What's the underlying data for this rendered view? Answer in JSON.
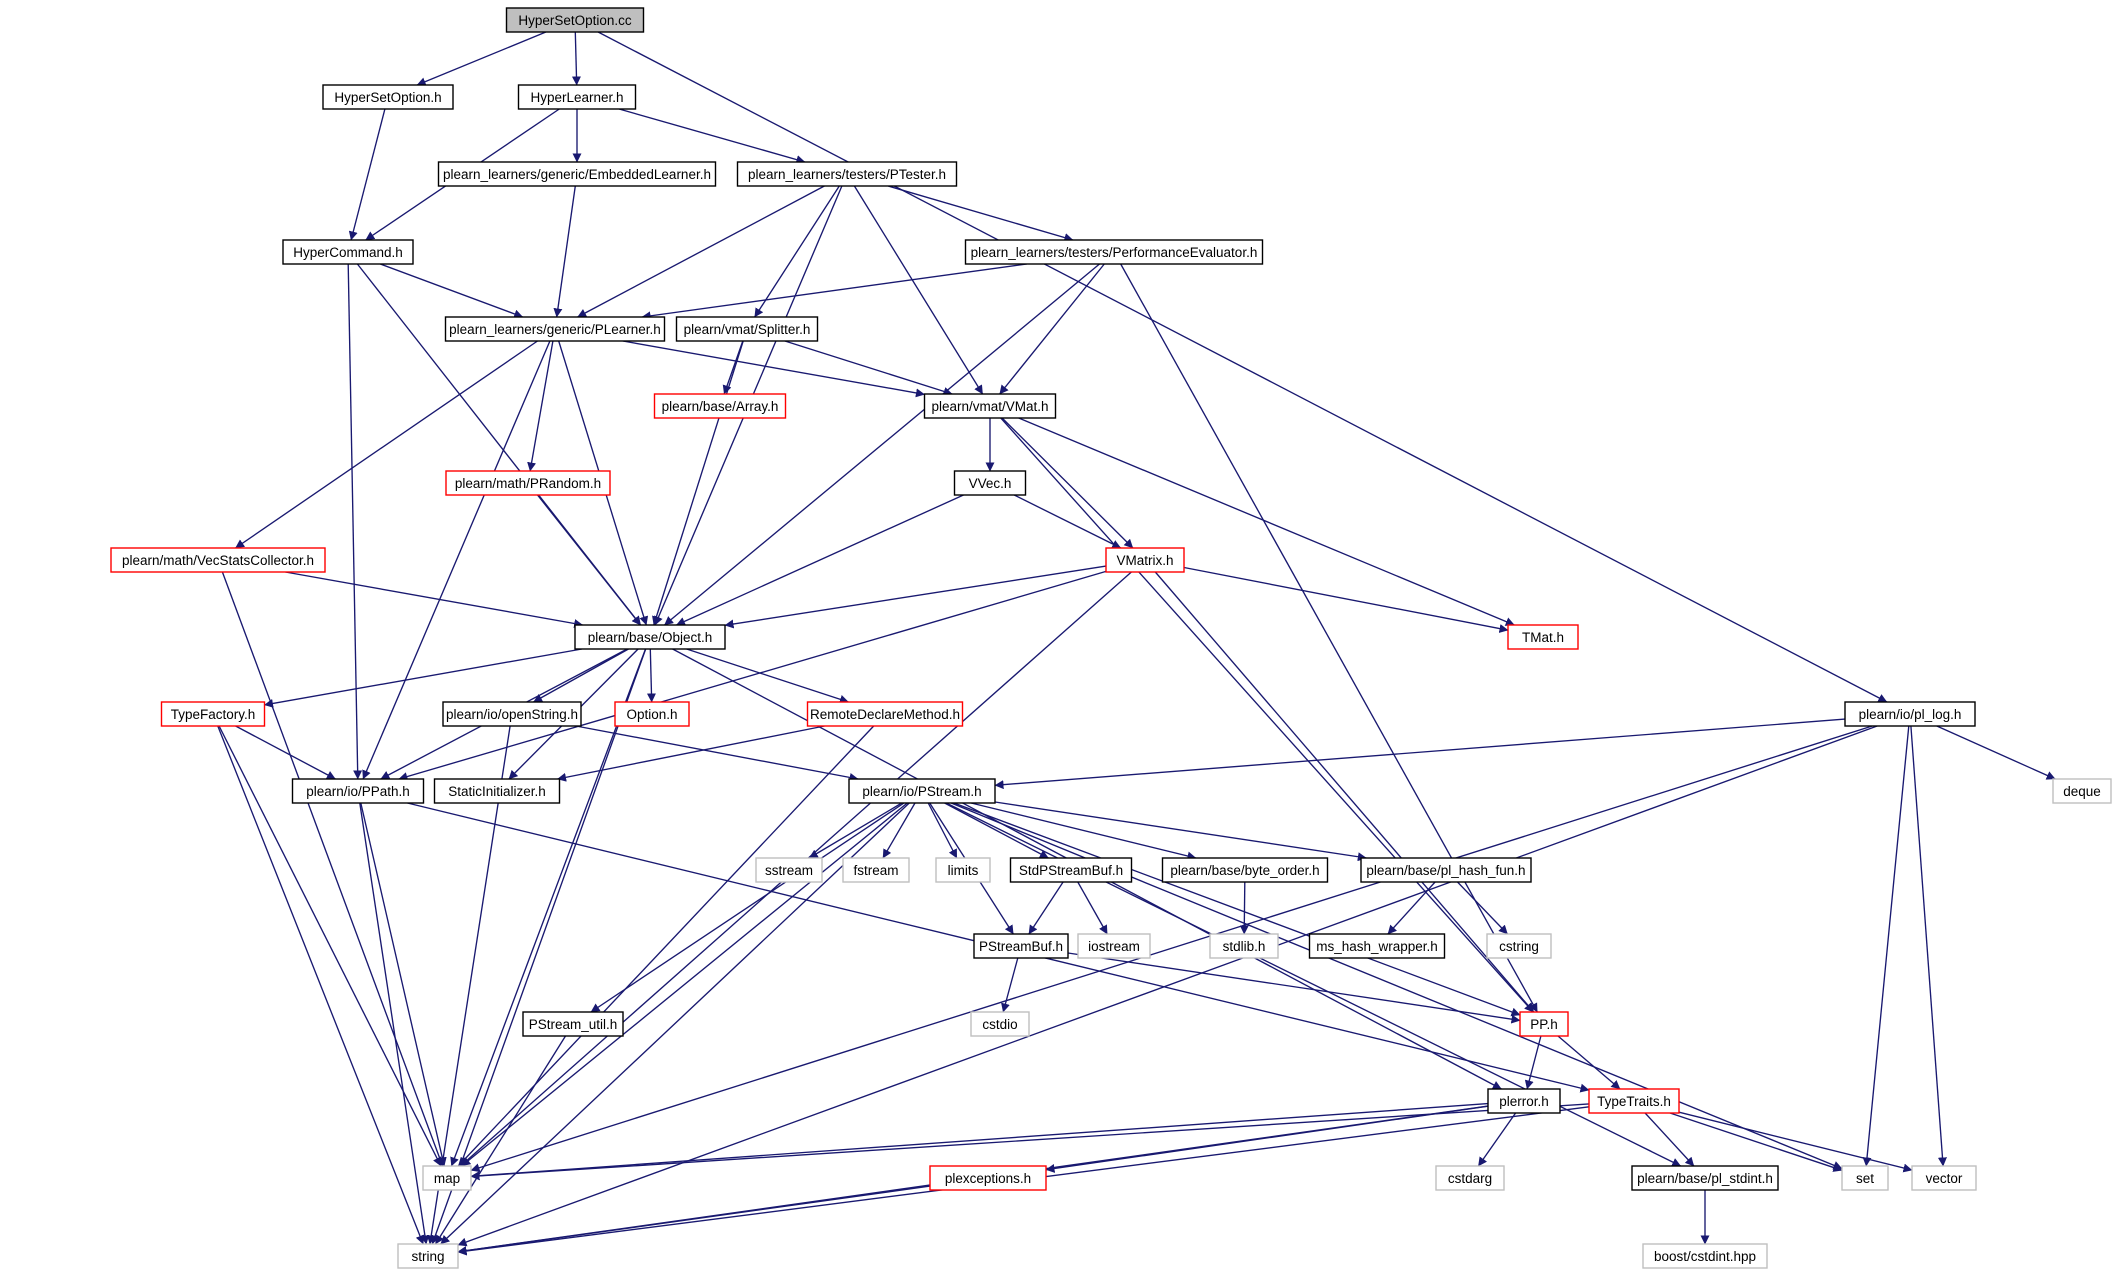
{
  "diagram": {
    "title": "",
    "style": {
      "edge_color": "#191970",
      "node_black_border": "#000000",
      "node_red_border": "#ff0000",
      "node_gray_border": "#bfbfbf",
      "root_fill": "#bfbfbf"
    },
    "nodes": [
      {
        "id": "root",
        "label": "HyperSetOption.cc",
        "kind": "root"
      },
      {
        "id": "hso_h",
        "label": "HyperSetOption.h",
        "kind": "black"
      },
      {
        "id": "hl_h",
        "label": "HyperLearner.h",
        "kind": "black"
      },
      {
        "id": "emb",
        "label": "plearn_learners/generic/EmbeddedLearner.h",
        "kind": "black"
      },
      {
        "id": "ptester",
        "label": "plearn_learners/testers/PTester.h",
        "kind": "black"
      },
      {
        "id": "hcmd",
        "label": "HyperCommand.h",
        "kind": "black"
      },
      {
        "id": "perfeval",
        "label": "plearn_learners/testers/PerformanceEvaluator.h",
        "kind": "black"
      },
      {
        "id": "plearner",
        "label": "plearn_learners/generic/PLearner.h",
        "kind": "black"
      },
      {
        "id": "splitter",
        "label": "plearn/vmat/Splitter.h",
        "kind": "black"
      },
      {
        "id": "array",
        "label": "plearn/base/Array.h",
        "kind": "red"
      },
      {
        "id": "vmat",
        "label": "plearn/vmat/VMat.h",
        "kind": "black"
      },
      {
        "id": "vvec",
        "label": "VVec.h",
        "kind": "black"
      },
      {
        "id": "prandom",
        "label": "plearn/math/PRandom.h",
        "kind": "red"
      },
      {
        "id": "vecstats",
        "label": "plearn/math/VecStatsCollector.h",
        "kind": "red"
      },
      {
        "id": "vmatrix",
        "label": "VMatrix.h",
        "kind": "red"
      },
      {
        "id": "object",
        "label": "plearn/base/Object.h",
        "kind": "black"
      },
      {
        "id": "tmat",
        "label": "TMat.h",
        "kind": "red"
      },
      {
        "id": "pllog",
        "label": "plearn/io/pl_log.h",
        "kind": "black"
      },
      {
        "id": "typefactory",
        "label": "TypeFactory.h",
        "kind": "red"
      },
      {
        "id": "openstring",
        "label": "plearn/io/openString.h",
        "kind": "black"
      },
      {
        "id": "option",
        "label": "Option.h",
        "kind": "red"
      },
      {
        "id": "remotedecl",
        "label": "RemoteDeclareMethod.h",
        "kind": "red"
      },
      {
        "id": "deque",
        "label": "deque",
        "kind": "gray"
      },
      {
        "id": "ppath",
        "label": "plearn/io/PPath.h",
        "kind": "black"
      },
      {
        "id": "staticinit",
        "label": "StaticInitializer.h",
        "kind": "black"
      },
      {
        "id": "pstream",
        "label": "plearn/io/PStream.h",
        "kind": "black"
      },
      {
        "id": "sstream",
        "label": "sstream",
        "kind": "gray"
      },
      {
        "id": "fstream",
        "label": "fstream",
        "kind": "gray"
      },
      {
        "id": "limits",
        "label": "limits",
        "kind": "gray"
      },
      {
        "id": "stdpsb",
        "label": "StdPStreamBuf.h",
        "kind": "black"
      },
      {
        "id": "byteorder",
        "label": "plearn/base/byte_order.h",
        "kind": "black"
      },
      {
        "id": "hashfun",
        "label": "plearn/base/pl_hash_fun.h",
        "kind": "black"
      },
      {
        "id": "psb",
        "label": "PStreamBuf.h",
        "kind": "black"
      },
      {
        "id": "iostream",
        "label": "iostream",
        "kind": "gray"
      },
      {
        "id": "stdlib",
        "label": "stdlib.h",
        "kind": "gray"
      },
      {
        "id": "mshash",
        "label": "ms_hash_wrapper.h",
        "kind": "black"
      },
      {
        "id": "cstring",
        "label": "cstring",
        "kind": "gray"
      },
      {
        "id": "cstdio",
        "label": "cstdio",
        "kind": "gray"
      },
      {
        "id": "pp",
        "label": "PP.h",
        "kind": "red"
      },
      {
        "id": "psutil",
        "label": "PStream_util.h",
        "kind": "black"
      },
      {
        "id": "plerror",
        "label": "plerror.h",
        "kind": "black"
      },
      {
        "id": "typetraits",
        "label": "TypeTraits.h",
        "kind": "red"
      },
      {
        "id": "map",
        "label": "map",
        "kind": "gray"
      },
      {
        "id": "plexc",
        "label": "plexceptions.h",
        "kind": "red"
      },
      {
        "id": "cstdarg",
        "label": "cstdarg",
        "kind": "gray"
      },
      {
        "id": "stdint",
        "label": "plearn/base/pl_stdint.h",
        "kind": "black"
      },
      {
        "id": "set",
        "label": "set",
        "kind": "gray"
      },
      {
        "id": "vector",
        "label": "vector",
        "kind": "gray"
      },
      {
        "id": "string",
        "label": "string",
        "kind": "gray"
      },
      {
        "id": "boost",
        "label": "boost/cstdint.hpp",
        "kind": "gray"
      }
    ],
    "edges": [
      [
        "root",
        "hso_h"
      ],
      [
        "root",
        "hl_h"
      ],
      [
        "root",
        "pllog"
      ],
      [
        "hso_h",
        "hcmd"
      ],
      [
        "hl_h",
        "hcmd"
      ],
      [
        "hl_h",
        "emb"
      ],
      [
        "hl_h",
        "ptester"
      ],
      [
        "emb",
        "plearner"
      ],
      [
        "ptester",
        "plearner"
      ],
      [
        "ptester",
        "splitter"
      ],
      [
        "ptester",
        "object"
      ],
      [
        "ptester",
        "vmat"
      ],
      [
        "ptester",
        "perfeval"
      ],
      [
        "hcmd",
        "plearner"
      ],
      [
        "hcmd",
        "object"
      ],
      [
        "hcmd",
        "ppath"
      ],
      [
        "perfeval",
        "plearner"
      ],
      [
        "perfeval",
        "vmat"
      ],
      [
        "perfeval",
        "object"
      ],
      [
        "perfeval",
        "pp"
      ],
      [
        "plearner",
        "vmat"
      ],
      [
        "plearner",
        "prandom"
      ],
      [
        "plearner",
        "vecstats"
      ],
      [
        "plearner",
        "object"
      ],
      [
        "plearner",
        "ppath"
      ],
      [
        "splitter",
        "array"
      ],
      [
        "splitter",
        "vmat"
      ],
      [
        "splitter",
        "object"
      ],
      [
        "vmat",
        "vvec"
      ],
      [
        "vmat",
        "vmatrix"
      ],
      [
        "vmat",
        "tmat"
      ],
      [
        "vmat",
        "pp"
      ],
      [
        "vvec",
        "vmatrix"
      ],
      [
        "vvec",
        "object"
      ],
      [
        "prandom",
        "object"
      ],
      [
        "vecstats",
        "object"
      ],
      [
        "vecstats",
        "map"
      ],
      [
        "vmatrix",
        "object"
      ],
      [
        "vmatrix",
        "tmat"
      ],
      [
        "vmatrix",
        "pp"
      ],
      [
        "vmatrix",
        "ppath"
      ],
      [
        "vmatrix",
        "map"
      ],
      [
        "object",
        "typefactory"
      ],
      [
        "object",
        "openstring"
      ],
      [
        "object",
        "option"
      ],
      [
        "object",
        "remotedecl"
      ],
      [
        "object",
        "staticinit"
      ],
      [
        "object",
        "ppath"
      ],
      [
        "object",
        "map"
      ],
      [
        "object",
        "string"
      ],
      [
        "object",
        "plerror"
      ],
      [
        "typefactory",
        "ppath"
      ],
      [
        "typefactory",
        "map"
      ],
      [
        "typefactory",
        "string"
      ],
      [
        "openstring",
        "pstream"
      ],
      [
        "openstring",
        "string"
      ],
      [
        "remotedecl",
        "staticinit"
      ],
      [
        "remotedecl",
        "map"
      ],
      [
        "ppath",
        "map"
      ],
      [
        "ppath",
        "string"
      ],
      [
        "ppath",
        "typetraits"
      ],
      [
        "pllog",
        "pstream"
      ],
      [
        "pllog",
        "deque"
      ],
      [
        "pllog",
        "set"
      ],
      [
        "pllog",
        "vector"
      ],
      [
        "pllog",
        "map"
      ],
      [
        "pllog",
        "string"
      ],
      [
        "pstream",
        "sstream"
      ],
      [
        "pstream",
        "fstream"
      ],
      [
        "pstream",
        "limits"
      ],
      [
        "pstream",
        "stdpsb"
      ],
      [
        "pstream",
        "byteorder"
      ],
      [
        "pstream",
        "hashfun"
      ],
      [
        "pstream",
        "psb"
      ],
      [
        "pstream",
        "psutil"
      ],
      [
        "pstream",
        "pp"
      ],
      [
        "pstream",
        "map"
      ],
      [
        "pstream",
        "string"
      ],
      [
        "pstream",
        "set"
      ],
      [
        "pstream",
        "stdint"
      ],
      [
        "stdpsb",
        "psb"
      ],
      [
        "stdpsb",
        "iostream"
      ],
      [
        "byteorder",
        "stdlib"
      ],
      [
        "hashfun",
        "mshash"
      ],
      [
        "hashfun",
        "cstring"
      ],
      [
        "psb",
        "cstdio"
      ],
      [
        "psb",
        "pp"
      ],
      [
        "pp",
        "plerror"
      ],
      [
        "pp",
        "typetraits"
      ],
      [
        "psutil",
        "string"
      ],
      [
        "plerror",
        "plexc"
      ],
      [
        "plerror",
        "cstdarg"
      ],
      [
        "plerror",
        "string"
      ],
      [
        "plerror",
        "map"
      ],
      [
        "typetraits",
        "map"
      ],
      [
        "typetraits",
        "string"
      ],
      [
        "typetraits",
        "set"
      ],
      [
        "typetraits",
        "vector"
      ],
      [
        "typetraits",
        "stdint"
      ],
      [
        "plexc",
        "string"
      ],
      [
        "stdint",
        "boost"
      ]
    ]
  }
}
